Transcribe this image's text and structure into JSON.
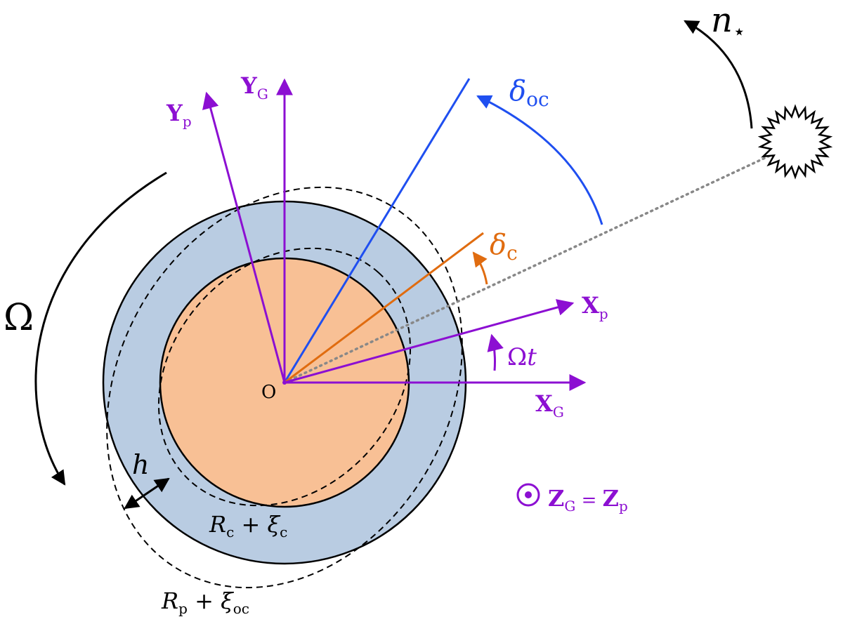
{
  "colors": {
    "ocean": "#b9cce2",
    "core": "#f8c095",
    "axes": "#8c0fd2",
    "ocean_lag": "#1f4ff0",
    "core_lag": "#e06c10",
    "ink": "#000000",
    "sightline": "#888888"
  },
  "labels": {
    "origin": "O",
    "spin": "Ω",
    "y_g": {
      "main": "Y",
      "sub": "G"
    },
    "y_p": {
      "main": "Y",
      "sub": "p"
    },
    "x_g": {
      "main": "X",
      "sub": "G"
    },
    "x_p": {
      "main": "X",
      "sub": "p"
    },
    "omega_t": {
      "main": "Ω",
      "var": "t"
    },
    "delta_oc": {
      "main": "δ",
      "sub": "oc"
    },
    "delta_c": {
      "main": "δ",
      "sub": "c"
    },
    "n_star": {
      "main": "n",
      "sub": "⋆"
    },
    "h": "h",
    "core_radius": {
      "R": "R",
      "R_sub": "c",
      "plus": " + ",
      "xi": "ξ",
      "xi_sub": "c"
    },
    "ocean_radius": {
      "R": "R",
      "R_sub": "p",
      "plus": " + ",
      "xi": "ξ",
      "xi_sub": "oc"
    },
    "z_axis": {
      "z1": "Z",
      "z1_sub": "G",
      "eq": " = ",
      "z2": "Z",
      "z2_sub": "p"
    }
  },
  "icons": {
    "star": "star-icon",
    "z_axis_symbol": "out-of-plane-dot-icon"
  }
}
